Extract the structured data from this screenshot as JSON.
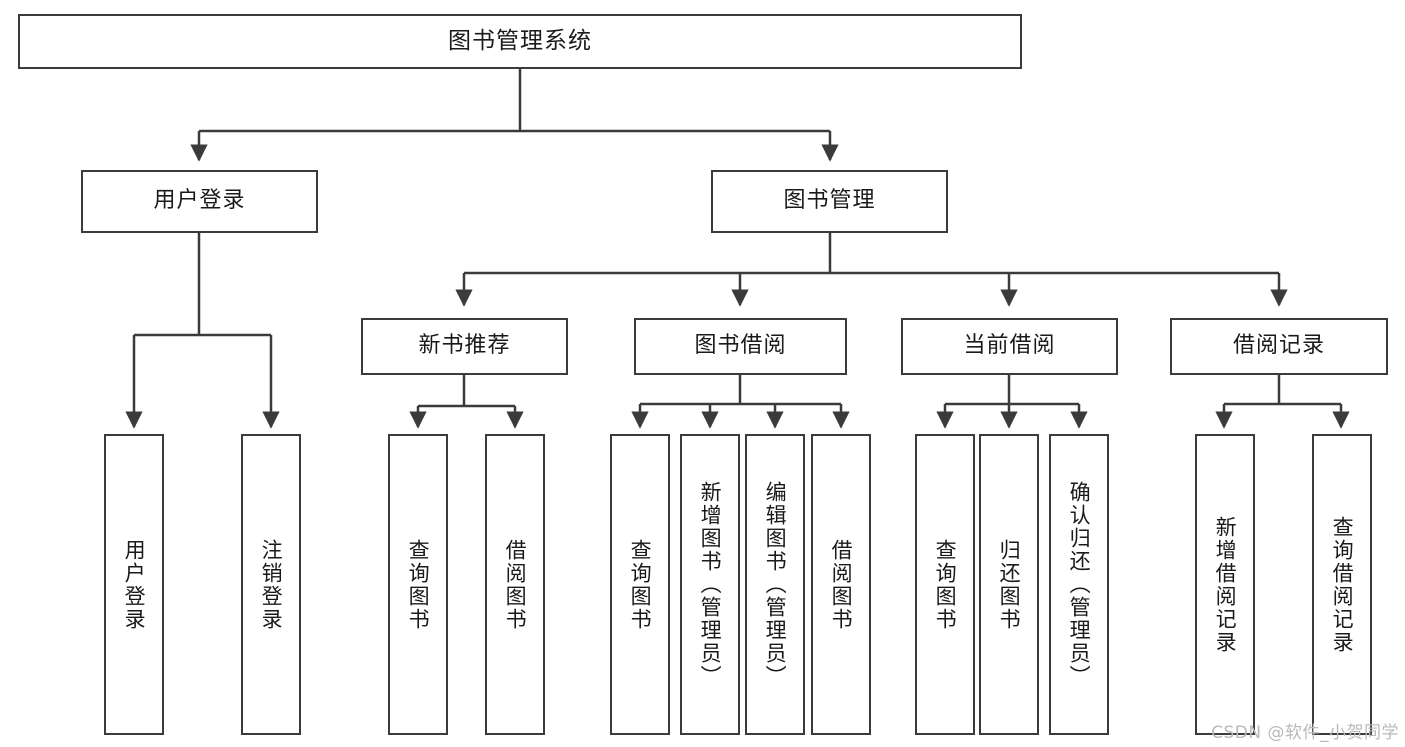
{
  "diagram": {
    "title": "图书管理系统",
    "type": "tree-hierarchy",
    "watermark": "CSDN @软件_小贺同学",
    "colors": {
      "box_border": "#3b3b3b",
      "box_fill": "#ffffff",
      "edge": "#3b3b3b",
      "text": "#1a1a1a",
      "watermark": "#b9b9b9",
      "background": "#ffffff"
    }
  },
  "nodes": {
    "root": {
      "label": "图书管理系统"
    },
    "level2": [
      {
        "id": "user-login",
        "label": "用户登录"
      },
      {
        "id": "book-manage",
        "label": "图书管理"
      }
    ],
    "level3": [
      {
        "id": "new-book-recommend",
        "label": "新书推荐"
      },
      {
        "id": "book-borrow",
        "label": "图书借阅"
      },
      {
        "id": "current-borrow",
        "label": "当前借阅"
      },
      {
        "id": "borrow-record",
        "label": "借阅记录"
      }
    ],
    "leaves": {
      "user-login": [
        {
          "id": "leaf-user-login",
          "label": "用户登录"
        },
        {
          "id": "leaf-logout-login",
          "label": "注销登录"
        }
      ],
      "new-book-recommend": [
        {
          "id": "leaf-query-book-1",
          "label": "查询图书"
        },
        {
          "id": "leaf-borrow-book-1",
          "label": "借阅图书"
        }
      ],
      "book-borrow": [
        {
          "id": "leaf-query-book-2",
          "label": "查询图书"
        },
        {
          "id": "leaf-add-book",
          "label": "新增图书（管理员）"
        },
        {
          "id": "leaf-edit-book",
          "label": "编辑图书（管理员）"
        },
        {
          "id": "leaf-borrow-book-2",
          "label": "借阅图书"
        }
      ],
      "current-borrow": [
        {
          "id": "leaf-query-book-3",
          "label": "查询图书"
        },
        {
          "id": "leaf-return-book",
          "label": "归还图书"
        },
        {
          "id": "leaf-confirm-return",
          "label": "确认归还（管理员）"
        }
      ],
      "borrow-record": [
        {
          "id": "leaf-add-record",
          "label": "新增借阅记录"
        },
        {
          "id": "leaf-query-record",
          "label": "查询借阅记录"
        }
      ]
    }
  }
}
